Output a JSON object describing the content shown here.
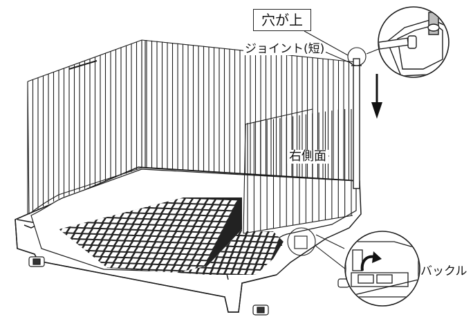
{
  "labels": {
    "hole_up": "穴が上",
    "joint_short": "ジョイント(短)",
    "right_side": "右側面",
    "buckle": "バックル"
  },
  "colors": {
    "line": "#1a1a1a",
    "tray": "#ffffff",
    "mesh": "#2a2a2a",
    "arrow": "#111111"
  },
  "icons": {
    "down_arrow": "arrow-down-icon",
    "curved_arrow": "curved-arrow-icon"
  }
}
